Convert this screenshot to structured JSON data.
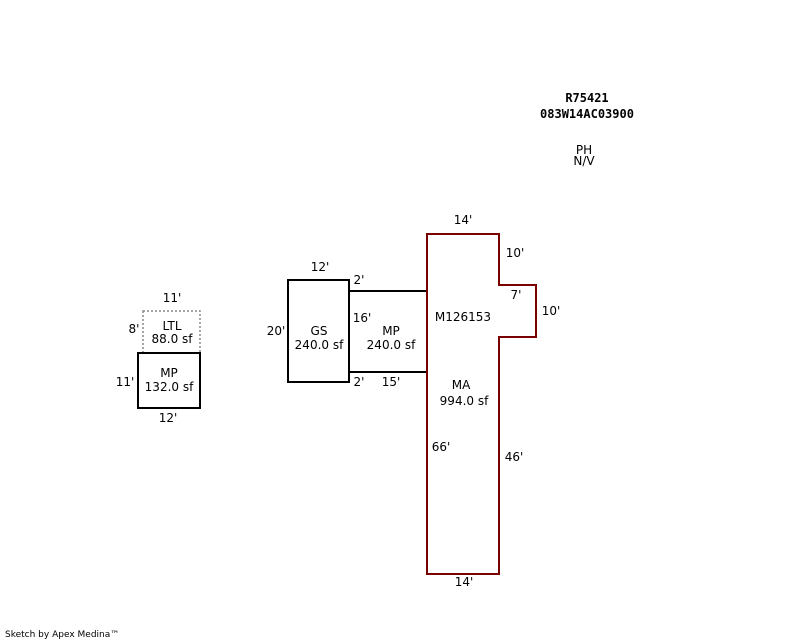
{
  "header": {
    "account": "R75421",
    "parcel": "083W14AC03900",
    "code_line1": "PH",
    "code_line2": "N/V"
  },
  "colors": {
    "main_outline": "#7a0000",
    "addition_outline": "#000000",
    "dotted_outline": "#888888"
  },
  "areas": {
    "ltl": {
      "code": "LTL",
      "area": "88.0 sf",
      "dim_top": "11'",
      "dim_left": "8'"
    },
    "mp_small": {
      "code": "MP",
      "area": "132.0 sf",
      "dim_left": "11'",
      "dim_bottom": "12'"
    },
    "gs": {
      "code": "GS",
      "area": "240.0 sf",
      "dim_top": "12'",
      "dim_left": "20'"
    },
    "mp_mid": {
      "code": "MP",
      "area": "240.0 sf",
      "dim_top_right": "2'",
      "dim_left": "16'",
      "dim_bottom_left": "2'",
      "dim_bottom": "15'"
    },
    "ma": {
      "code": "MA",
      "area": "994.0 sf",
      "id": "M126153",
      "dim_top": "14'",
      "dim_right_upper": "10'",
      "dim_notch_top": "7'",
      "dim_notch_right": "10'",
      "dim_left": "66'",
      "dim_right_lower": "46'",
      "dim_bottom": "14'"
    }
  },
  "footer": {
    "credit": "Sketch by Apex Medina™"
  }
}
